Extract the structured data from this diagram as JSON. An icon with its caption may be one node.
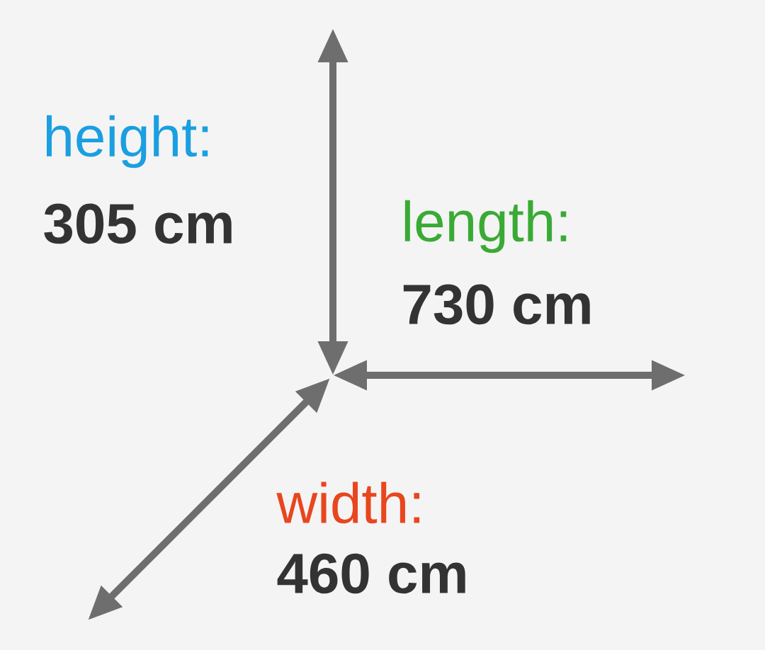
{
  "diagram": {
    "labels": [
      "height:",
      "305 cm",
      "length:",
      "730 cm",
      "width:",
      "460 cm"
    ]
  }
}
